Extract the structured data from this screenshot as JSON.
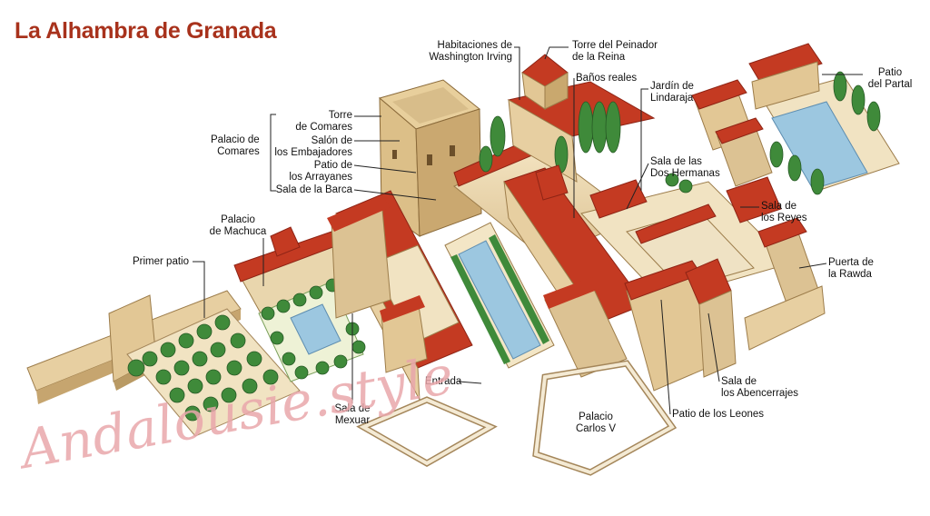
{
  "title": "La Alhambra de Granada",
  "watermark": "Andalousie.style",
  "labels": {
    "palacio_comares_group": [
      "Palacio de",
      "Comares"
    ],
    "torre_comares": [
      "Torre",
      "de Comares"
    ],
    "salon_embajadores": [
      "Salón de",
      "los Embajadores"
    ],
    "patio_arrayanes": [
      "Patio de",
      "los Arrayanes"
    ],
    "sala_barca": [
      "Sala de la Barca"
    ],
    "palacio_machuca": [
      "Palacio",
      "de Machuca"
    ],
    "primer_patio": [
      "Primer patio"
    ],
    "habitaciones_irving": [
      "Habitaciones de",
      "Washington Irving"
    ],
    "torre_peinador": [
      "Torre del Peinador",
      "de la Reina"
    ],
    "banos_reales": [
      "Baños reales"
    ],
    "jardin_lindaraja": [
      "Jardín de",
      "Lindaraja"
    ],
    "patio_partal": [
      "Patio",
      "del Partal"
    ],
    "sala_dos_hermanas": [
      "Sala de las",
      "Dos Hermanas"
    ],
    "sala_reyes": [
      "Sala de",
      "los Reyes"
    ],
    "puerta_rawda": [
      "Puerta de",
      "la Rawda"
    ],
    "sala_abencerrajes": [
      "Sala de",
      "los Abencerrajes"
    ],
    "patio_leones": [
      "Patio de los Leones"
    ],
    "palacio_carlos": [
      "Palacio",
      "Carlos V"
    ],
    "entrada": [
      "Entrada"
    ],
    "sala_mexuar": [
      "Sala de",
      "Mexuar"
    ]
  },
  "colors": {
    "title": "#a8321c",
    "roof": "#c43a22",
    "roof_dark": "#8e2415",
    "wall": "#efdcb4",
    "wall_shade": "#d9bf8c",
    "wall_dark": "#b99a64",
    "water": "#9cc7e0",
    "tree": "#3f8a3a",
    "garden": "#bfe0a8",
    "watermark": "#e9a7ab"
  }
}
